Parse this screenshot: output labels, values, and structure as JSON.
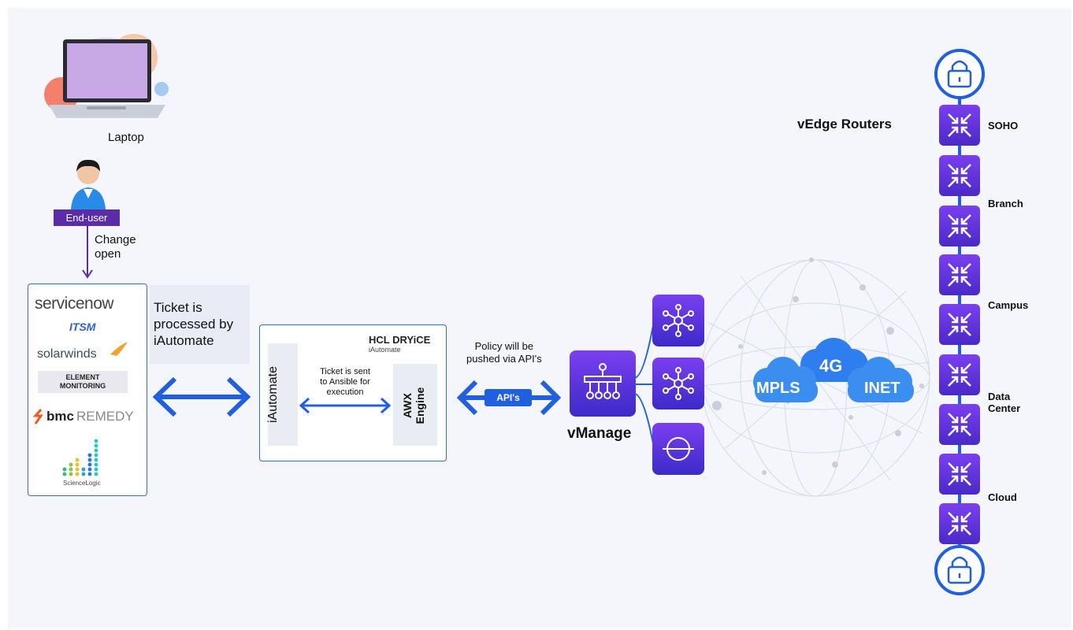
{
  "laptop": {
    "label": "Laptop"
  },
  "user": {
    "badge": "End-user",
    "action": "Change\nopen"
  },
  "tools": {
    "servicenow": "servicenow",
    "itsm": "ITSM",
    "solarwinds": "solarwinds",
    "element": "ELEMENT\nMONITORING",
    "bmc": "bmc",
    "remedy": "REMEDY",
    "sciencelogic": "ScienceLogic"
  },
  "ticket_note": "Ticket is\nprocessed by\niAutomate",
  "iautomate_box": {
    "brand_hcl": "HCL",
    "brand_dryice": "DRYiCE",
    "brand_sub": "iAutomate",
    "left_label": "iAutomate",
    "middle_note": "Ticket is sent\nto Ansible for\nexecution",
    "right_label": "AWX\nEngine"
  },
  "policy_note": "Policy will be\npushed via API's",
  "api_label": "API's",
  "vmanage": {
    "label": "vManage"
  },
  "clouds": {
    "mpls": "MPLS",
    "g4": "4G",
    "inet": "INET"
  },
  "routers": {
    "title": "vEdge Routers",
    "sites": [
      "SOHO",
      "Branch",
      "Campus",
      "Data\nCenter",
      "Cloud"
    ]
  },
  "colors": {
    "accent_blue": "#1f5fe0",
    "purple": "#5b2fd6",
    "cloud_blue": "#3a8ef0"
  }
}
